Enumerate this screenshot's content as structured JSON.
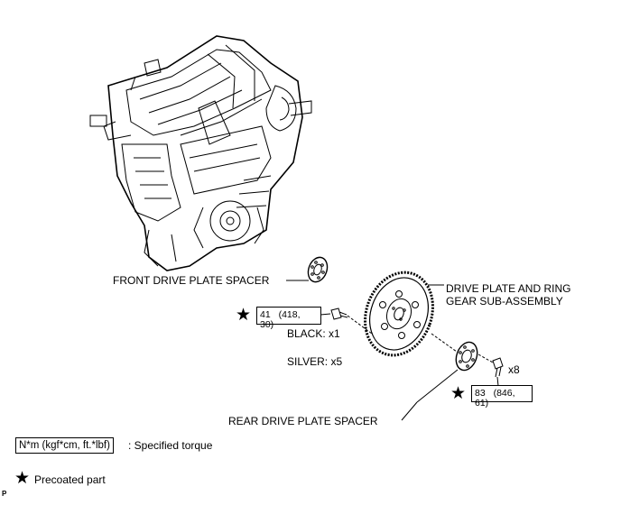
{
  "labels": {
    "front_spacer": "FRONT DRIVE PLATE SPACER",
    "drive_plate_line1": "DRIVE PLATE AND RING",
    "drive_plate_line2": "GEAR SUB-ASSEMBLY",
    "black_bolt": "BLACK: x1",
    "silver_bolt": "SILVER: x5",
    "bolt_count_rear": "x8",
    "rear_spacer": "REAR DRIVE PLATE SPACER"
  },
  "torque_specs": {
    "front_bolts": "41 (418, 30)",
    "rear_bolts": "83 (846, 61)"
  },
  "legend": {
    "torque_unit": "N*m (kgf*cm, ft.*lbf)",
    "torque_desc": ": Specified torque",
    "precoated_desc": "Precoated part",
    "star_symbol": "★"
  },
  "corner_mark": "P",
  "colors": {
    "line": "#000000",
    "background": "#ffffff"
  }
}
